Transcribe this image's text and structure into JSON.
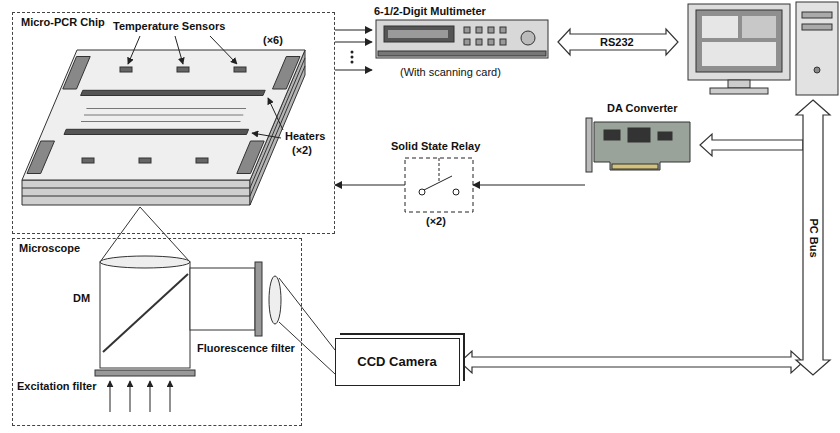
{
  "diagram": {
    "nodes": [
      {
        "text": [
          "Micro-PCR Chip"
        ]
      },
      {
        "text": [
          "6-1/2-Digit Multimeter",
          "(With scanning card)"
        ]
      },
      {
        "text": [
          "DA Converter"
        ]
      },
      {
        "text": [
          "Solid State Relay",
          "(×2)"
        ]
      },
      {
        "text": [
          "PC Bus"
        ]
      },
      {
        "text": [
          "Microscope"
        ]
      },
      {
        "text": [
          "CCD Camera"
        ]
      }
    ],
    "edges": [
      {
        "from": 0,
        "to": 1,
        "arrow": "to"
      },
      {
        "from": 0,
        "to": 1,
        "arrow": "to"
      },
      {
        "from": 0,
        "to": 1,
        "arrow": "to"
      },
      {
        "from": 2,
        "to": 3,
        "arrow": "to"
      },
      {
        "from": 3,
        "to": 0,
        "arrow": "to"
      },
      {
        "from": 4,
        "to": 2,
        "arrow": "to"
      },
      {
        "from": 6,
        "to": 4,
        "arrow": "both"
      }
    ],
    "labels": [
      "Temperature Sensors",
      "(×6)",
      "Heaters",
      "(×2)",
      "RS232",
      "DM",
      "Fluorescence filter",
      "Excitation filter"
    ]
  }
}
